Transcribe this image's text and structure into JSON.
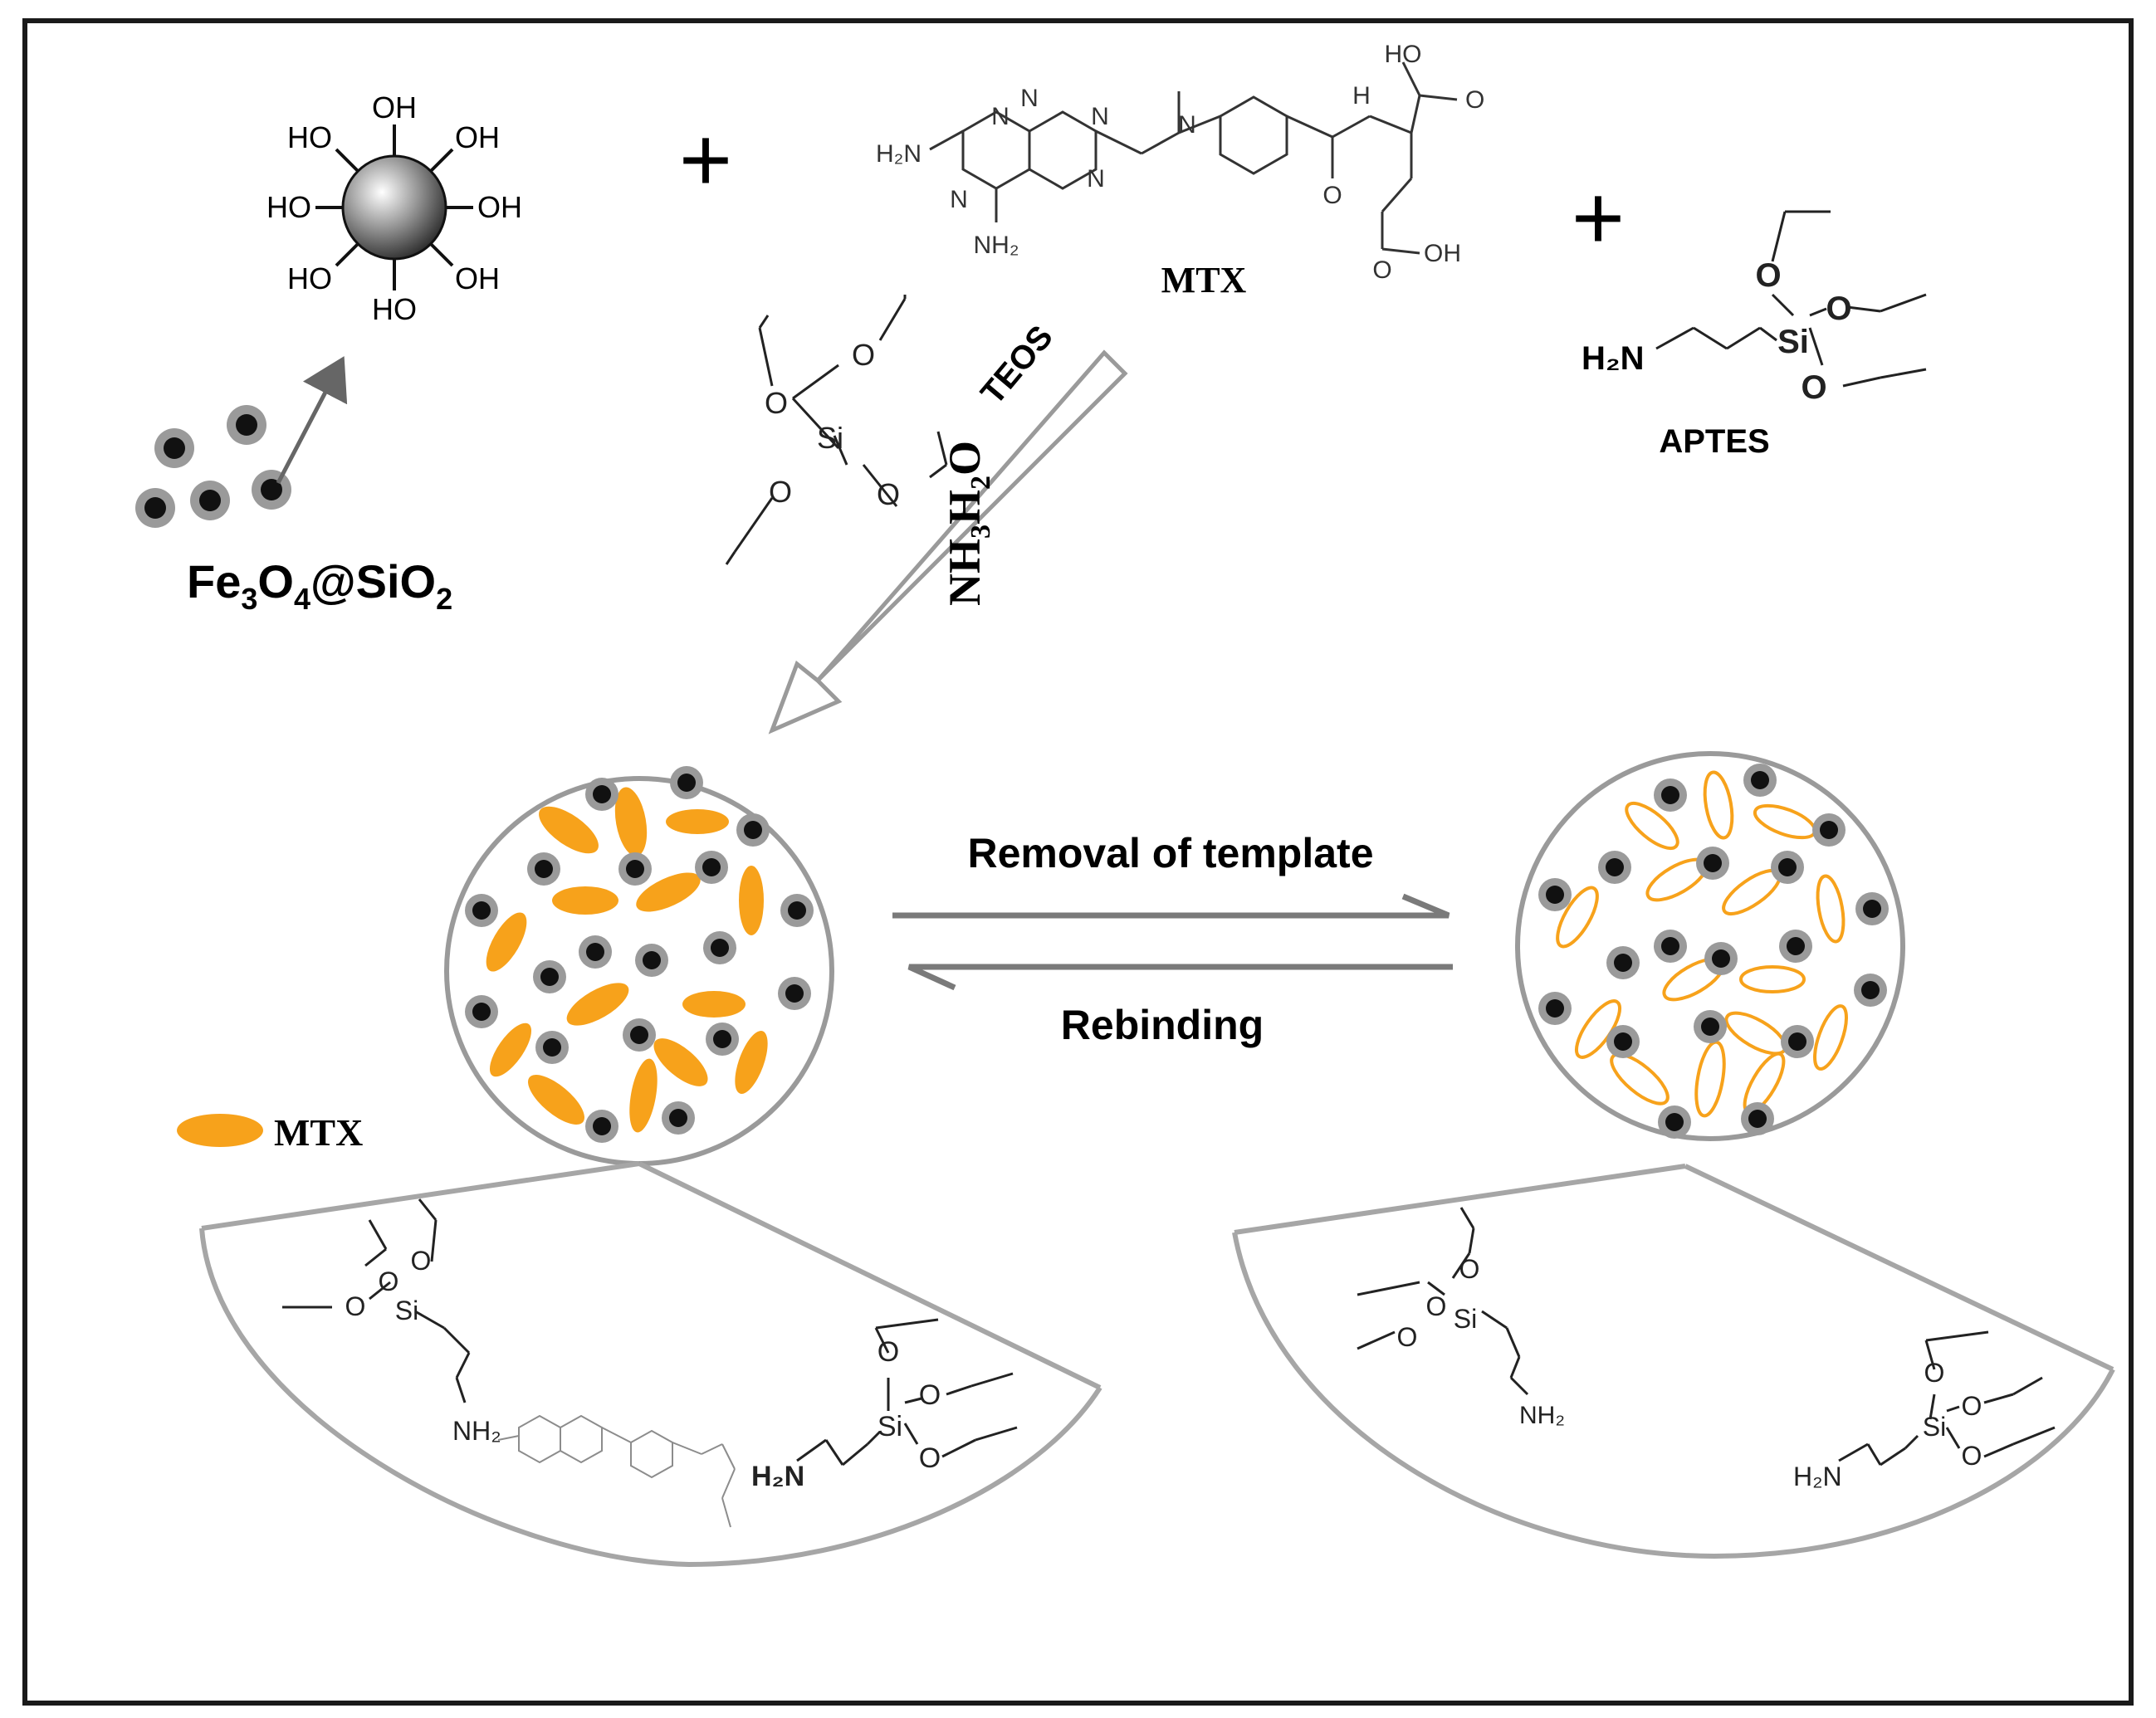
{
  "colors": {
    "frame": "#1a1a1a",
    "orange": "#f7a21b",
    "shell": "#9a9a9a",
    "core": "#111111",
    "arrow_gray": "#7a7a7a",
    "lens_gray": "#a6a6a6",
    "faint_molecule": "#8c8c8c"
  },
  "nanoparticle": {
    "label_main": "Fe",
    "label_sub1": "3",
    "label_mid": "O",
    "label_sub2": "4",
    "label_at": "@SiO",
    "label_sub3": "2",
    "oh_groups": [
      "HO",
      "OH",
      "HO",
      "OH",
      "HO",
      "OH",
      "HO",
      "OH"
    ]
  },
  "reagents": {
    "plus_sign": "+",
    "mtx": {
      "label": "MTX",
      "atoms": [
        "N",
        "N",
        "N",
        "N",
        "N",
        "N",
        "H₂N",
        "NH₂",
        "HO",
        "O",
        "O",
        "OH",
        "O",
        "H"
      ]
    },
    "teos": {
      "label": "TEOS",
      "atoms": [
        "O",
        "O",
        "O",
        "O",
        "Si"
      ]
    },
    "aptes": {
      "label": "APTES",
      "amine": "H₂N",
      "atoms": [
        "O",
        "O",
        "O",
        "Si"
      ]
    }
  },
  "catalyst": {
    "text": "NH",
    "sub1": "3",
    "mid": "H",
    "sub2": "2",
    "end": "O"
  },
  "process": {
    "forward_label": "Removal of template",
    "reverse_label": "Rebinding"
  },
  "legend": {
    "label": "MTX"
  },
  "zoom_left": {
    "silane_atoms": [
      "O",
      "O",
      "O",
      "Si"
    ],
    "amine_left": "NH₂",
    "amine_right": "H₂N",
    "right_silane_atoms": [
      "O",
      "O",
      "O",
      "Si"
    ]
  },
  "zoom_right": {
    "silane_atoms": [
      "O",
      "O",
      "O",
      "Si"
    ],
    "amine_left": "NH₂",
    "amine_right": "H₂N",
    "right_silane_atoms": [
      "O",
      "O",
      "O",
      "Si"
    ]
  }
}
